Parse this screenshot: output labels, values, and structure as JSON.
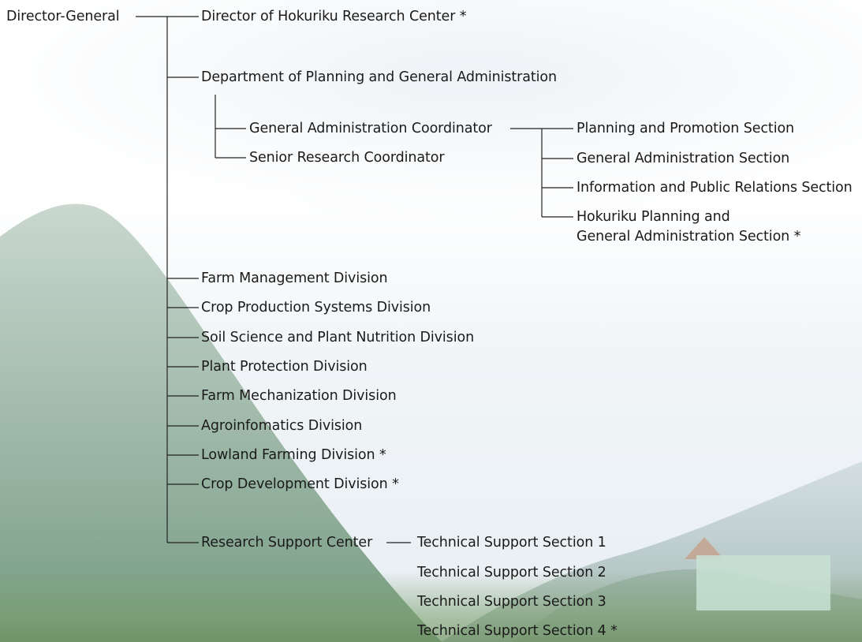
{
  "org_chart": {
    "root": "Director-General",
    "hokuriku_director": "Director of Hokuriku Research Center *",
    "planning_department": {
      "name": "Department of Planning and General Administration",
      "general_admin_coordinator": "General Administration Coordinator",
      "senior_research_coordinator": "Senior Research Coordinator",
      "sections": [
        "Planning and Promotion Section",
        "General Administration Section",
        "Information and Public Relations Section",
        "Hokuriku Planning and",
        "General Administration Section *"
      ]
    },
    "divisions": [
      "Farm Management Division",
      "Crop Production Systems Division",
      "Soil Science and Plant Nutrition Division",
      "Plant Protection Division",
      "Farm Mechanization Division",
      "Agroinfomatics Division",
      "Lowland Farming Division *",
      "Crop Development Division *"
    ],
    "research_support": {
      "name": "Research Support Center",
      "sections": [
        "Technical Support Section 1",
        "Technical Support Section 2",
        "Technical Support Section 3",
        "Technical Support Section 4 *"
      ]
    }
  },
  "colors": {
    "text": "#1a1a1a",
    "line": "#222222",
    "mountain": "#7f9e8a",
    "sky": "#f1f5f8"
  }
}
